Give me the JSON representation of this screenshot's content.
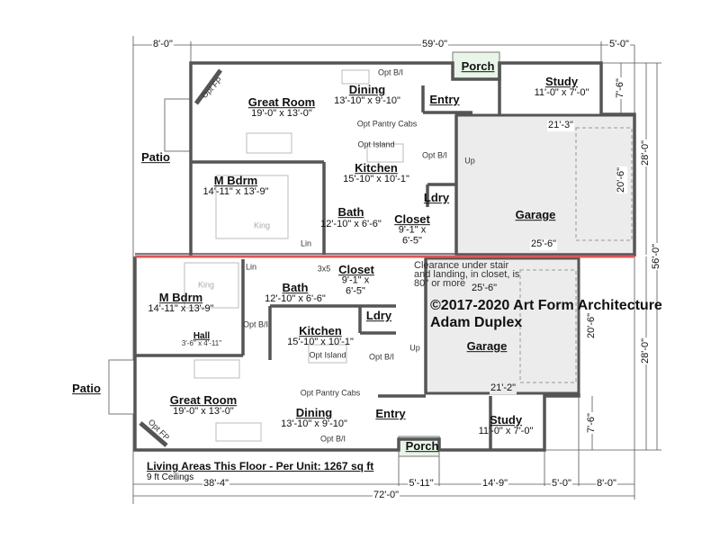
{
  "top_unit": {
    "rooms": [
      {
        "name": "Great Room",
        "size": "19'-0\" x 13'-0\""
      },
      {
        "name": "Dining",
        "size": "13'-10\" x 9'-10\""
      },
      {
        "name": "Entry",
        "size": ""
      },
      {
        "name": "Porch",
        "size": ""
      },
      {
        "name": "Study",
        "size": "11'-0\" x 7'-0\""
      },
      {
        "name": "M Bdrm",
        "size": "14'-11\" x 13'-9\""
      },
      {
        "name": "Kitchen",
        "size": "15'-10\" x 10'-1\""
      },
      {
        "name": "Bath",
        "size": "12'-10\" x 6'-6\""
      },
      {
        "name": "Closet",
        "size": "9'-1\" x 6'-5\""
      },
      {
        "name": "Ldry",
        "size": ""
      },
      {
        "name": "Garage",
        "size": ""
      },
      {
        "name": "Patio",
        "size": ""
      }
    ],
    "notes": {
      "opt_fp": "Opt FP",
      "opt_bi": "Opt B/I",
      "opt_pantry": "Opt Pantry Cabs",
      "opt_island": "Opt Island",
      "up": "Up",
      "king": "King",
      "lin": "Lin"
    },
    "garage_dims": {
      "top": "21'-3\"",
      "bottom": "25'-6\"",
      "depth": "20'-6\""
    }
  },
  "bottom_unit": {
    "rooms": [
      {
        "name": "M Bdrm",
        "size": "14'-11\" x 13'-9\""
      },
      {
        "name": "Bath",
        "size": "12'-10\" x 6'-6\""
      },
      {
        "name": "Closet",
        "size": "9'-1\" x 6'-5\""
      },
      {
        "name": "Hall",
        "size": "3'-6\" x 4'-11\""
      },
      {
        "name": "Kitchen",
        "size": "15'-10\" x 10'-1\""
      },
      {
        "name": "Ldry",
        "size": ""
      },
      {
        "name": "Garage",
        "size": ""
      },
      {
        "name": "Great Room",
        "size": "19'-0\" x 13'-0\""
      },
      {
        "name": "Dining",
        "size": "13'-10\" x 9'-10\""
      },
      {
        "name": "Entry",
        "size": ""
      },
      {
        "name": "Porch",
        "size": ""
      },
      {
        "name": "Study",
        "size": "11'-0\" x 7'-0\""
      },
      {
        "name": "Patio",
        "size": ""
      }
    ],
    "notes": {
      "opt_fp": "Opt FP",
      "opt_bi": "Opt B/I",
      "opt_pantry": "Opt Pantry Cabs",
      "opt_island": "Opt Island",
      "up": "Up",
      "king": "King",
      "lin": "Lin",
      "shower": "3x5",
      "clearance": "Clearance under stair and landing, in closet, is 80\" or more"
    },
    "garage_dims": {
      "top": "25'-6\"",
      "bottom": "21'-2\"",
      "depth": "20'-6\""
    }
  },
  "dimensions": {
    "top": [
      "8'-0\"",
      "59'-0\"",
      "5'-0\""
    ],
    "right": [
      "7'-6\"",
      "28'-0\"",
      "56'-0\"",
      "28'-0\"",
      "7'-6\""
    ],
    "bottom": [
      "38'-4\"",
      "5'-11\"",
      "14'-9\"",
      "5'-0\"",
      "8'-0\""
    ],
    "overall": "72'-0\""
  },
  "copyright": "©2017-2020 Art Form Architecture",
  "plan_name": "Adam Duplex",
  "living_area": "Living Areas This Floor - Per Unit: 1267 sq ft",
  "ceilings": "9 ft Ceilings",
  "colors": {
    "wall": "#555555",
    "garage": "#ececec",
    "party_wall": "#e05555",
    "porch": "#e8f5e8"
  }
}
